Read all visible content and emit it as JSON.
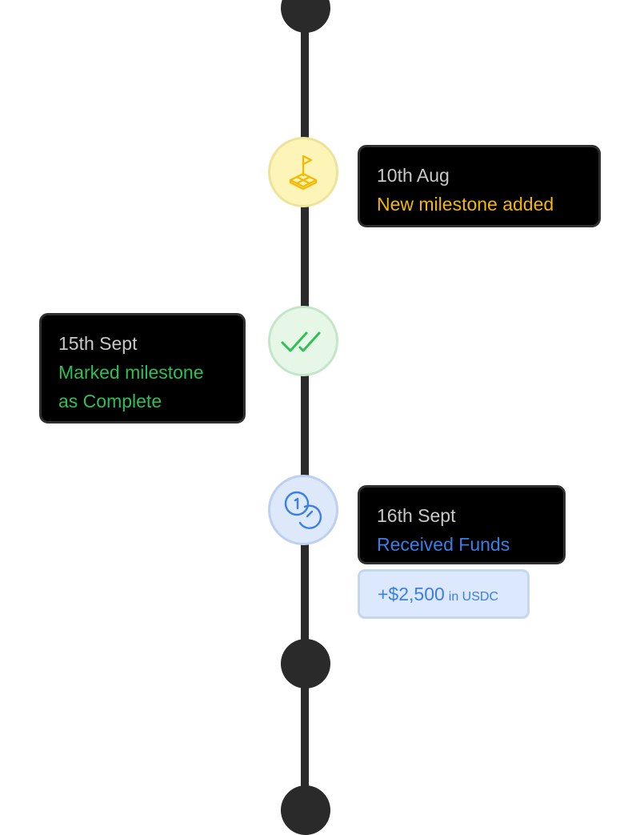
{
  "colors": {
    "line": "#2a2a2a",
    "milestone_added": "#f5b800",
    "milestone_complete": "#2fbf55",
    "funds_received": "#3a7ee8",
    "card_date": "#c8c8c8"
  },
  "events": [
    {
      "date": "10th Aug",
      "title": "New milestone added",
      "icon": "flag-icon"
    },
    {
      "date": "15th Sept",
      "title_line1": "Marked milestone",
      "title_line2": "as Complete",
      "icon": "double-check-icon"
    },
    {
      "date": "16th Sept",
      "title": "Received Funds",
      "icon": "coins-icon",
      "amount": "+$2,500",
      "currency_note": "in USDC"
    }
  ]
}
